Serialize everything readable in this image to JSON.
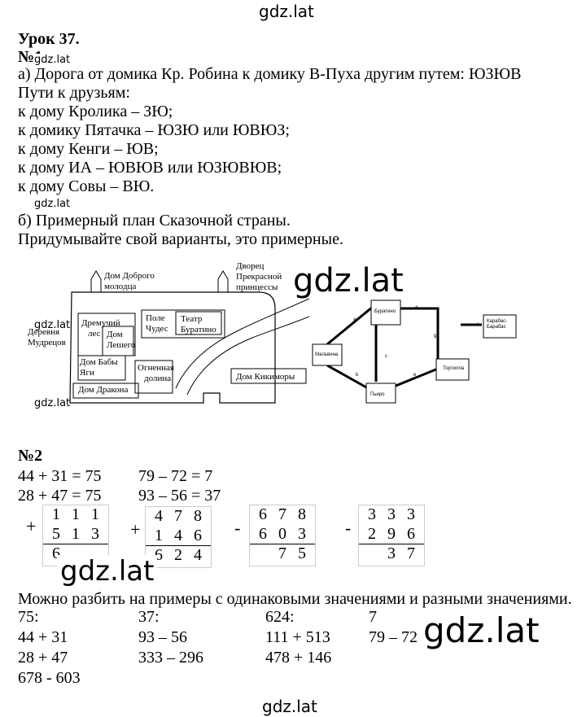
{
  "watermark": "gdz.lat",
  "lesson_title": "Урок 37.",
  "task1": {
    "number": "№1",
    "line_a": "а) Дорога от домика Кр. Робина к домику В-Пуха другим путем: ЮЗЮВ",
    "intro": "Пути к друзьям:",
    "paths": [
      "к дому Кролика – ЗЮ;",
      "к домику Пятачка – ЮЗЮ или ЮВЮЗ;",
      "к дому Кенги – ЮВ;",
      "к дому ИА – ЮВЮВ или ЮЗЮВЮВ;",
      "к дому Совы – ВЮ."
    ],
    "line_b": "б) Примерный план Сказочной страны.",
    "line_b2": "Придумывайте свой варианты, это примерные."
  },
  "plan": {
    "dom_dobrogo": [
      "Дом Доброго",
      "молодца"
    ],
    "dvorets": [
      "Дворец",
      "Прекрасной",
      "принцессы"
    ],
    "derevnya": [
      "Деревня",
      "Мудрецов"
    ],
    "dremuchiy": [
      "Дремучий",
      "лес"
    ],
    "dom_leshego": [
      "Дом",
      "Лешего"
    ],
    "pole": [
      "Поле",
      "Чудес"
    ],
    "teatr": [
      "Театр",
      "Буратино"
    ],
    "dom_baby": [
      "Дом Бабы",
      "Яги"
    ],
    "ognennaya": [
      "Огненная",
      "долина"
    ],
    "dom_kikimory": "Дом Кикиморы",
    "dom_drakona": "Дом Дракона"
  },
  "graph": {
    "nodes": [
      "Буратино",
      "Мальвина",
      "Пьеро",
      "Тортилла",
      "Карабас-Барабас"
    ],
    "edges": [
      "a",
      "b",
      "c",
      "d",
      "e",
      "f",
      "g"
    ]
  },
  "task2": {
    "number": "№2",
    "eq_left": [
      "44 + 31 = 75",
      "28 + 47 = 75"
    ],
    "eq_right": [
      "79 – 72 = 7",
      "93 – 56 = 37"
    ],
    "columns": [
      {
        "op": "+",
        "rows": [
          [
            "1",
            "1",
            "1"
          ],
          [
            "5",
            "1",
            "3"
          ],
          [
            "6",
            "",
            ""
          ]
        ]
      },
      {
        "op": "+",
        "rows": [
          [
            "4",
            "7",
            "8"
          ],
          [
            "1",
            "4",
            "6"
          ],
          [
            "6",
            "2",
            "4"
          ]
        ]
      },
      {
        "op": "-",
        "rows": [
          [
            "6",
            "7",
            "8"
          ],
          [
            "6",
            "0",
            "3"
          ],
          [
            "",
            "7",
            "5"
          ]
        ]
      },
      {
        "op": "-",
        "rows": [
          [
            "3",
            "3",
            "3"
          ],
          [
            "2",
            "9",
            "6"
          ],
          [
            "",
            "3",
            "7"
          ]
        ]
      }
    ],
    "conclusion": "Можно разбить на примеры с одинаковыми значениями и разными значениями.",
    "groups": [
      {
        "head": "75:",
        "items": [
          "44 + 31",
          "28 + 47",
          "678 - 603"
        ]
      },
      {
        "head": "37:",
        "items": [
          "93 – 56",
          "333 – 296"
        ]
      },
      {
        "head": "624:",
        "items": [
          "111 + 513",
          "478 + 146"
        ]
      },
      {
        "head": "7",
        "items": [
          "79 – 72"
        ]
      }
    ]
  }
}
